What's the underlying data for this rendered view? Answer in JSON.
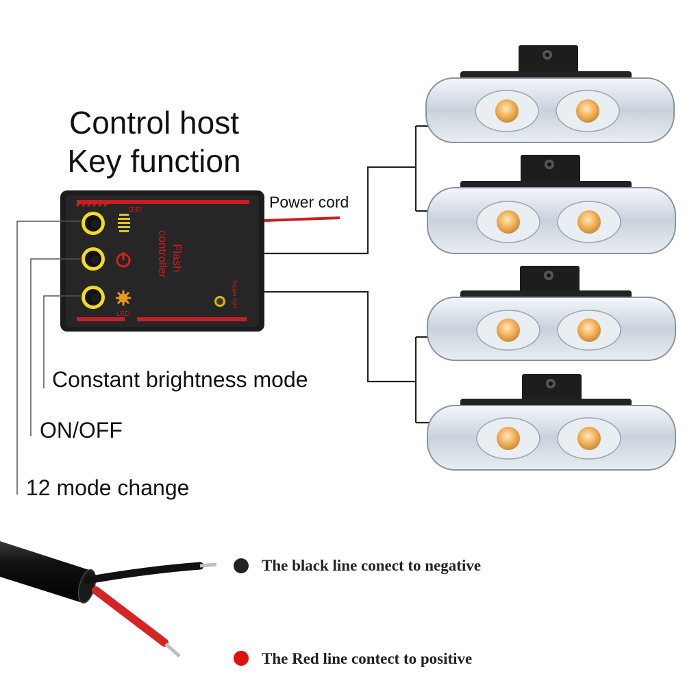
{
  "header": {
    "title_line1": "Control host",
    "title_line2": "Key function"
  },
  "controller": {
    "label_line1": "Flash",
    "label_line2": "controller",
    "led_top": "LED",
    "led_bottom": "LED",
    "trigger_light": "Trigger light",
    "power_cord": "Power cord"
  },
  "buttons": {
    "constant": "Constant brightness mode",
    "onoff": "ON/OFF",
    "mode": "12 mode change"
  },
  "wiring": {
    "black_note": "The black line conect to negative",
    "red_note": "The Red line contect to positive"
  },
  "colors": {
    "red_stripe": "#c81e22",
    "button_ring": "#f2dc1e",
    "amber_led": "#f5b25a",
    "black_dot": "#222222",
    "red_dot": "#e01010"
  }
}
